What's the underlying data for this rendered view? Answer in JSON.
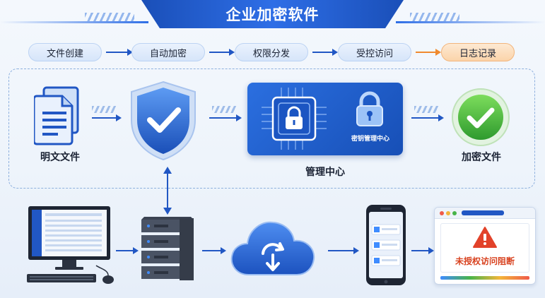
{
  "header": {
    "title": "企业加密软件"
  },
  "steps": [
    {
      "label": "文件创建"
    },
    {
      "label": "自动加密"
    },
    {
      "label": "权限分发"
    },
    {
      "label": "受控访问"
    },
    {
      "label": "日志记录"
    }
  ],
  "flow": {
    "plain_file_label": "明文文件",
    "management_center_label": "管理中心",
    "key_management_label": "密钥管理中心",
    "encrypted_file_label": "加密文件"
  },
  "bottom": {
    "blocked_text": "未授权访问阻断"
  },
  "colors": {
    "primary": "#2157c4",
    "accent_orange": "#f08a2e",
    "success_green": "#3fae3a",
    "warning_red": "#e2422a"
  }
}
